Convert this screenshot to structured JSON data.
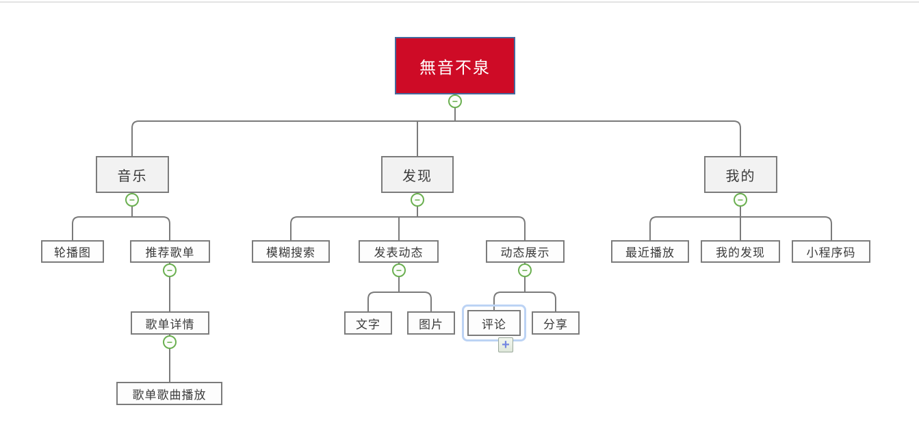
{
  "colors": {
    "root_fill": "#ce0b26",
    "root_border": "#44699d",
    "node_border": "#7b7b7b",
    "level1_fill": "#f2f2f2",
    "connector_line": "#7a7a7a",
    "collapse_green": "#6aaf50",
    "selection_blue": "#bcd3f4",
    "add_plus_blue": "#7487e1"
  },
  "icons": {
    "collapse_glyph": "−",
    "add_glyph": "+"
  },
  "tree": {
    "label": "無音不泉",
    "children": [
      {
        "label": "音乐",
        "children": [
          {
            "label": "轮播图"
          },
          {
            "label": "推荐歌单",
            "children": [
              {
                "label": "歌单详情",
                "children": [
                  {
                    "label": "歌单歌曲播放"
                  }
                ]
              }
            ]
          }
        ]
      },
      {
        "label": "发现",
        "children": [
          {
            "label": "模糊搜索"
          },
          {
            "label": "发表动态",
            "children": [
              {
                "label": "文字"
              },
              {
                "label": "图片"
              }
            ]
          },
          {
            "label": "动态展示",
            "children": [
              {
                "label": "评论",
                "selected": true
              },
              {
                "label": "分享"
              }
            ]
          }
        ]
      },
      {
        "label": "我的",
        "children": [
          {
            "label": "最近播放"
          },
          {
            "label": "我的发现"
          },
          {
            "label": "小程序码"
          }
        ]
      }
    ]
  }
}
